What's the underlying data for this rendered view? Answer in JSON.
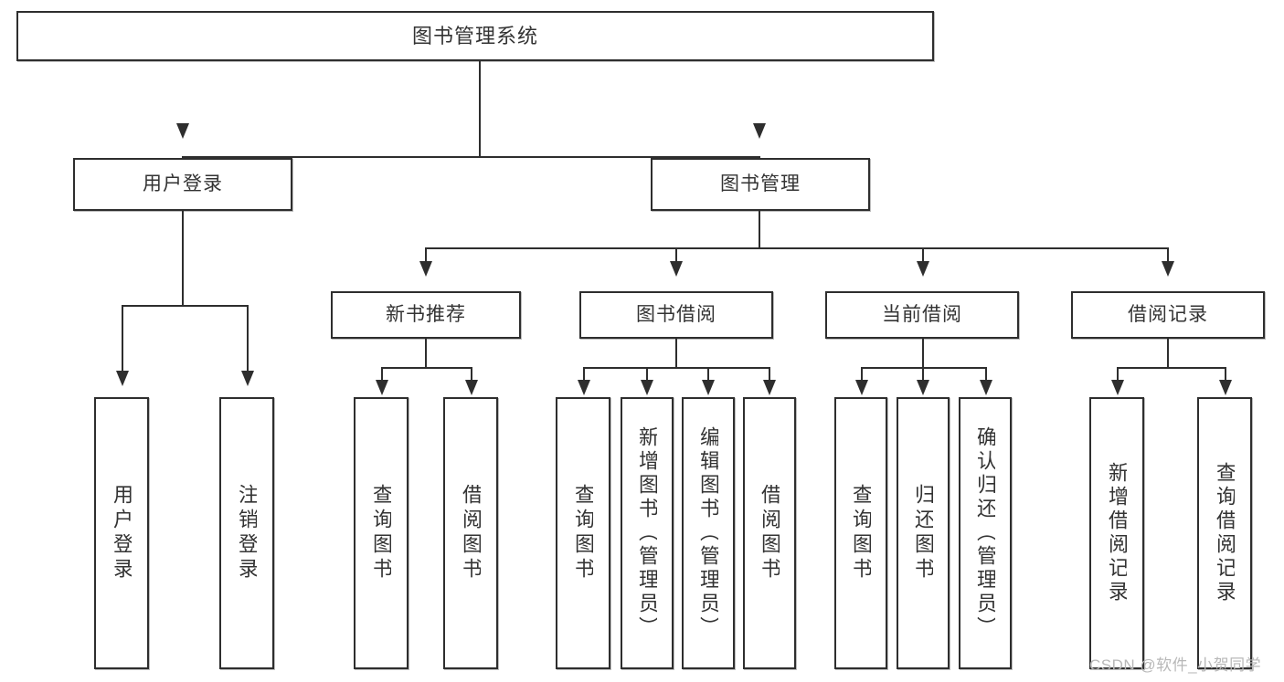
{
  "diagram": {
    "type": "tree-hierarchy",
    "title": "图书管理系统",
    "watermark": "CSDN @软件_小贺同学",
    "colors": {
      "stroke": "#2e2e2e",
      "text": "#333333",
      "background": "#ffffff",
      "shadow": "#bdbdbd",
      "watermark": "#b8b8b8"
    },
    "nodes": {
      "root": "图书管理系统",
      "level2": [
        "用户登录",
        "图书管理"
      ],
      "level3": [
        "新书推荐",
        "图书借阅",
        "当前借阅",
        "借阅记录"
      ],
      "leaves": {
        "user_login": [
          "用户登录",
          "注销登录"
        ],
        "new_book_recommend": [
          "查询图书",
          "借阅图书"
        ],
        "book_borrow": [
          "查询图书",
          "新增图书（管理员）",
          "编辑图书（管理员）",
          "借阅图书"
        ],
        "current_borrow": [
          "查询图书",
          "归还图书",
          "确认归还（管理员）"
        ],
        "borrow_record": [
          "新增借阅记录",
          "查询借阅记录"
        ]
      }
    }
  }
}
